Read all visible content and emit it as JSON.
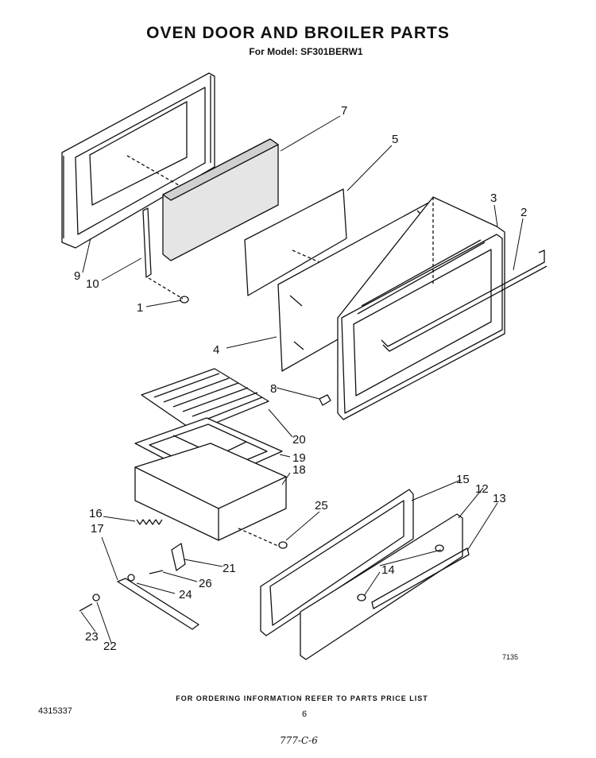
{
  "header": {
    "title": "OVEN DOOR AND BROILER PARTS",
    "subtitle": "For Model: SF301BERW1"
  },
  "footer": {
    "ordering_note": "FOR ORDERING INFORMATION REFER TO PARTS PRICE LIST",
    "document_number": "4315337",
    "page_number": "6",
    "handwritten_note": "777-C-6",
    "drawing_code": "7135"
  },
  "callouts": [
    "1",
    "2",
    "3",
    "4",
    "5",
    "7",
    "8",
    "9",
    "10",
    "12",
    "13",
    "14",
    "15",
    "16",
    "17",
    "18",
    "19",
    "20",
    "21",
    "22",
    "23",
    "24",
    "25",
    "26"
  ]
}
